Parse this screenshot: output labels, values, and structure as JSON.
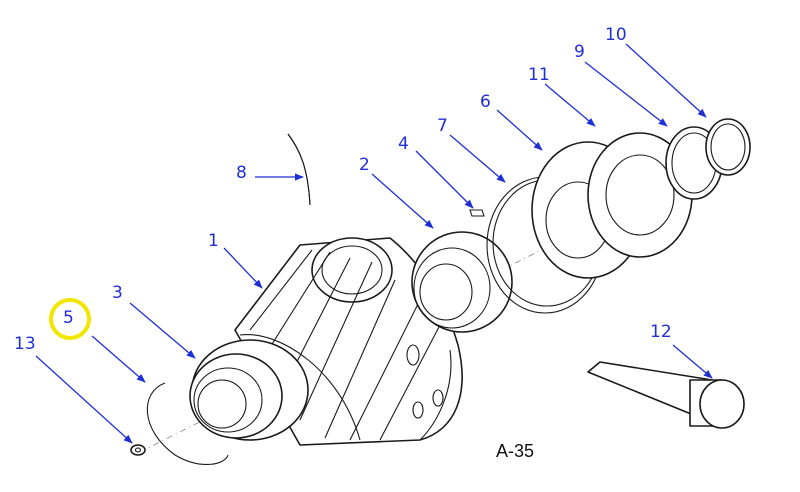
{
  "figure": {
    "label": "A-35"
  },
  "callouts": {
    "p1": "1",
    "p2": "2",
    "p3": "3",
    "p4": "4",
    "p5": "5",
    "p6": "6",
    "p7": "7",
    "p8": "8",
    "p9": "9",
    "p10": "10",
    "p11": "11",
    "p12": "12",
    "p13": "13"
  },
  "highlight": {
    "part": "5",
    "color": "#f2e600"
  },
  "colors": {
    "leader": "#1f2fd6",
    "line": "#1a1a1a"
  }
}
